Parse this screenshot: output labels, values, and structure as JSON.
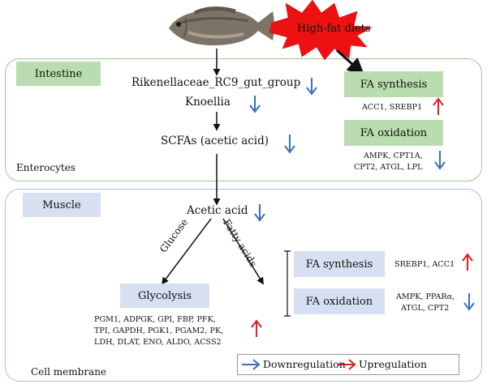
{
  "trigger": {
    "label": "High-fat diets"
  },
  "intestine": {
    "title": "Intestine",
    "footer": "Enterocytes",
    "bacteria1": "Rikenellaceae_RC9_gut_group",
    "bacteria2": "Knoellia",
    "scfa": "SCFAs (acetic acid)",
    "fa_synthesis": {
      "title": "FA synthesis",
      "genes": "ACC1, SREBP1"
    },
    "fa_oxidation": {
      "title": "FA oxidation",
      "genes_line1": "AMPK, CPT1A,",
      "genes_line2": "CPT2, ATGL, LPL"
    }
  },
  "muscle": {
    "title": "Muscle",
    "footer": "Cell membrane",
    "acetic": "Acetic acid",
    "glucose_label": "Glucose",
    "fatty_label": "Fatty acids",
    "glycolysis": {
      "title": "Glycolysis",
      "genes_line1": "PGM1, ADPGK, GPI, FBP, PFK,",
      "genes_line2": "TPI, GAPDH, PGK1, PGAM2, PK,",
      "genes_line3": "LDH, DLAT, ENO, ALDO, ACSS2"
    },
    "fa_synthesis": {
      "title": "FA synthesis",
      "genes": "SREBP1, ACC1"
    },
    "fa_oxidation": {
      "title": "FA oxidation",
      "genes_line1": "AMPK, PPARα,",
      "genes_line2": "ATGL, CPT2"
    }
  },
  "legend": {
    "down": "Downregulation",
    "up": "Upregulation"
  },
  "colors": {
    "down": "#3b6fb6",
    "up": "#e02020",
    "green_box": "#b9ddb0",
    "blue_box": "#d6e0f0",
    "intestine_border": "#9ec98e",
    "muscle_border": "#a9c1e0"
  },
  "icons": {
    "fish": "fish-image",
    "burst": "explosion-burst"
  }
}
